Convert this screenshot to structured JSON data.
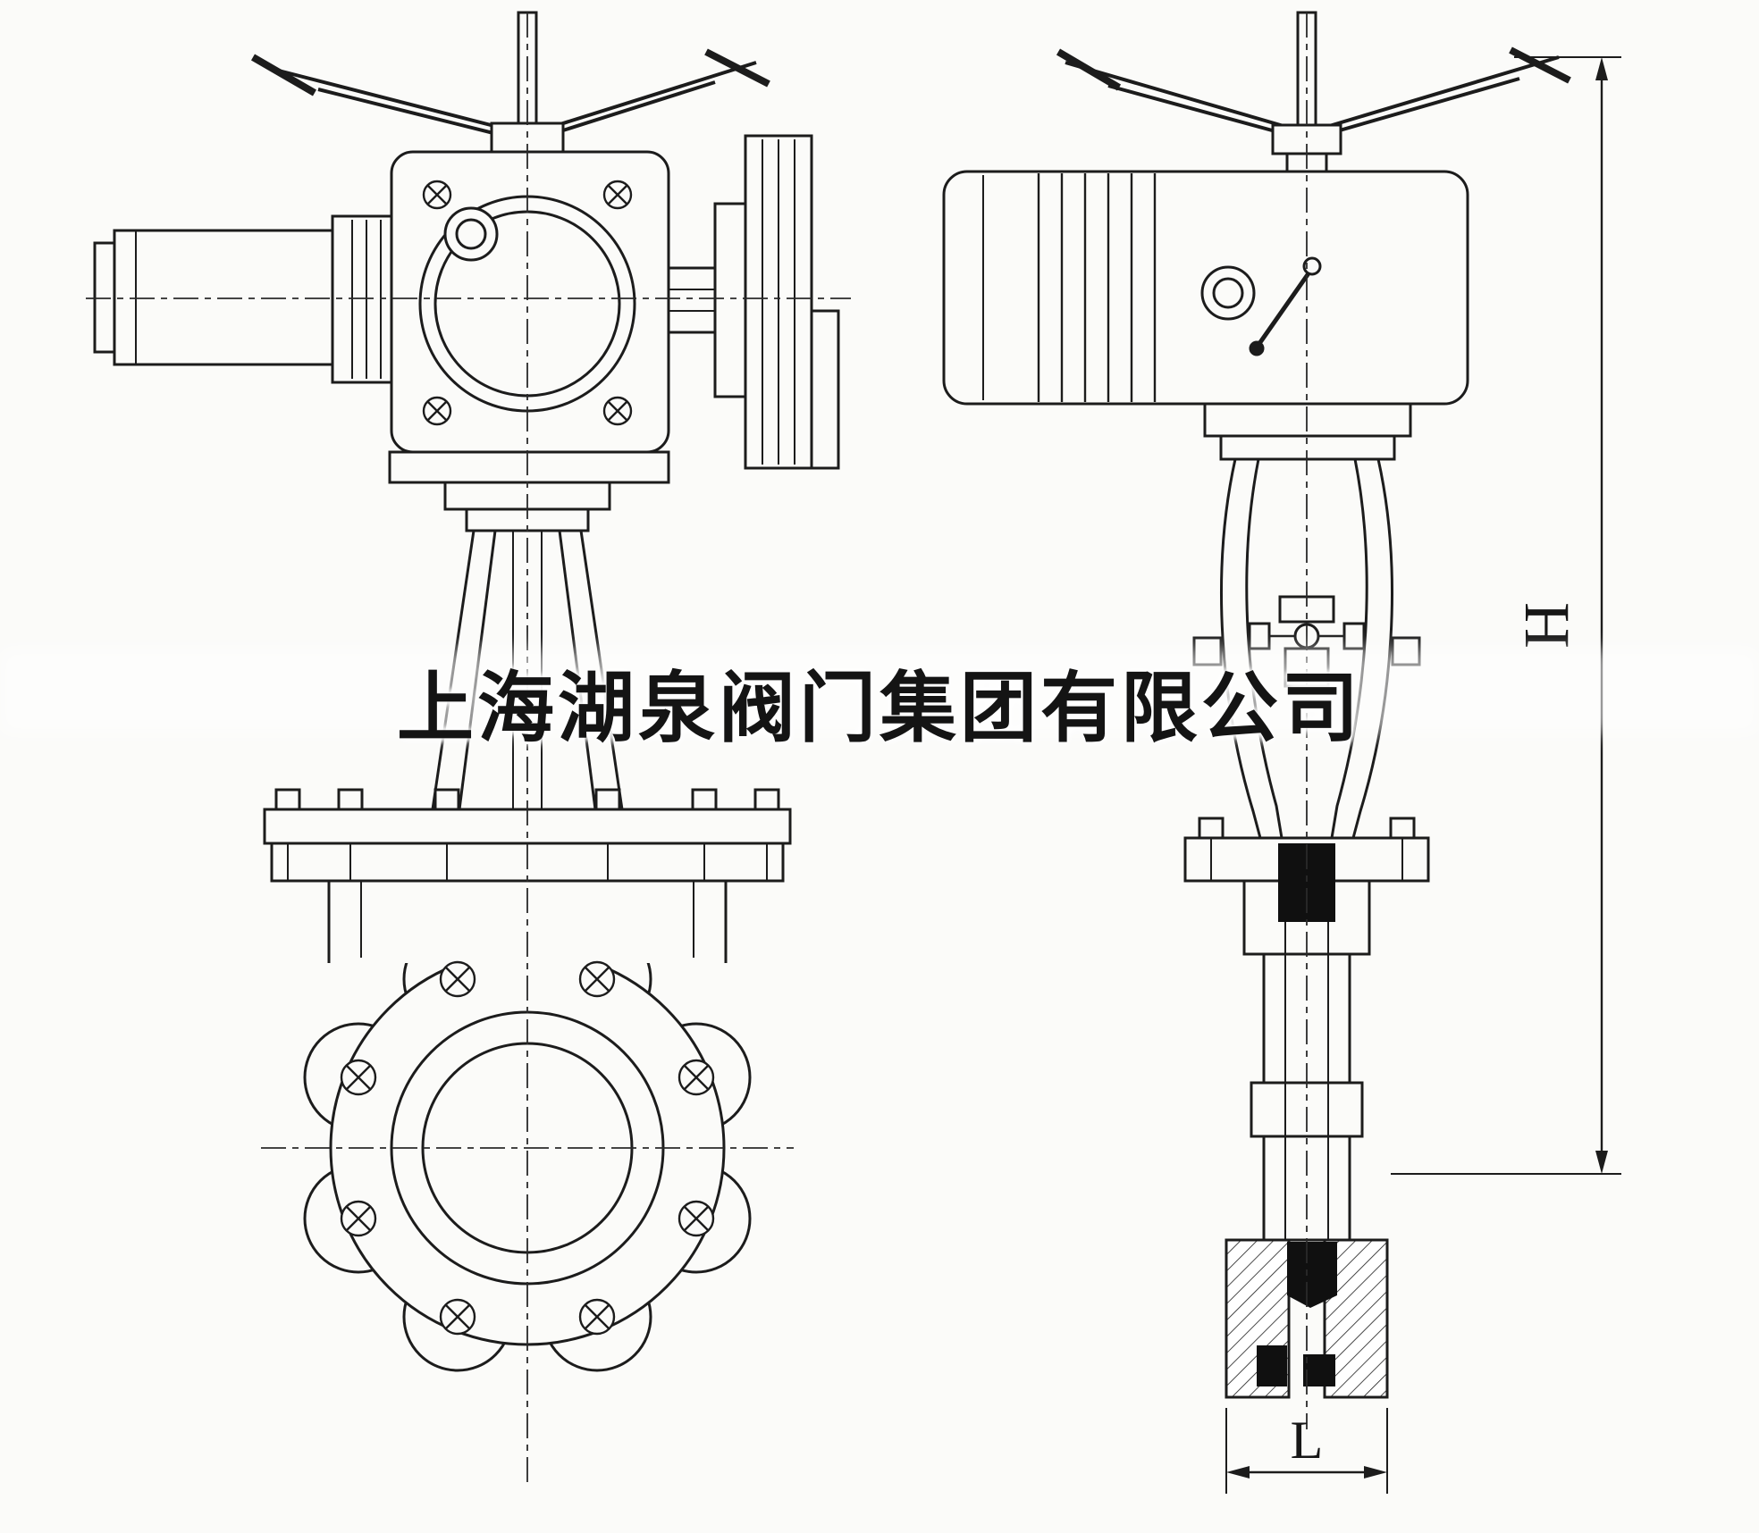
{
  "watermark": {
    "text": "上海湖泉阀门集团有限公司"
  },
  "dimensions": {
    "height_label": "H",
    "length_label": "L"
  },
  "colors": {
    "line": "#1c1c1c",
    "centerline": "#2a2a2a",
    "solid_fill": "#101010",
    "background": "#fbfbf9"
  }
}
